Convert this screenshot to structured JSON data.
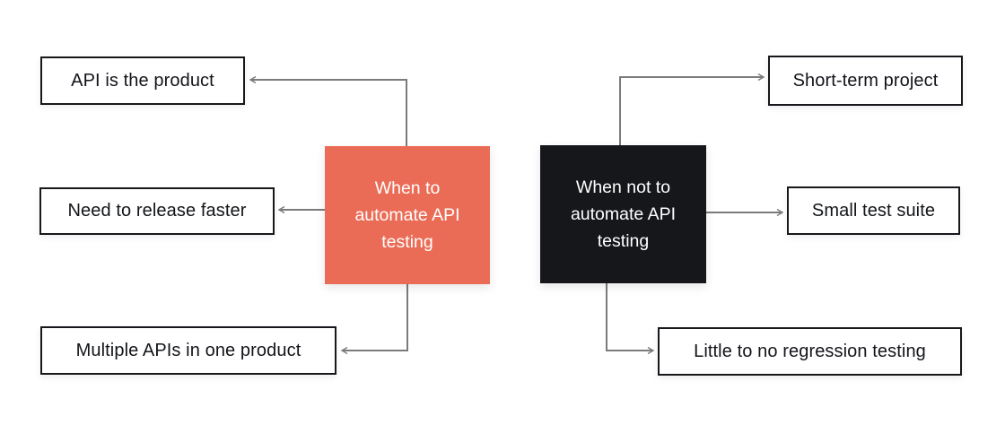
{
  "diagram": {
    "nodes": {
      "when_to": {
        "label": "When to automate API testing",
        "bg": "#EB6C56",
        "text_color": "#FFFFFF"
      },
      "when_not_to": {
        "label": "When not to automate API testing",
        "bg": "#16171B",
        "text_color": "#FFFFFF"
      },
      "api_product": {
        "label": "API is the product"
      },
      "release_faster": {
        "label": "Need to release faster"
      },
      "multiple_apis": {
        "label": "Multiple APIs in one product"
      },
      "short_term": {
        "label": "Short-term project"
      },
      "small_suite": {
        "label": "Small test suite"
      },
      "regression": {
        "label": "Little to no regression testing"
      }
    },
    "edges": [
      {
        "from": "when_to",
        "to": "api_product"
      },
      {
        "from": "when_to",
        "to": "release_faster"
      },
      {
        "from": "when_to",
        "to": "multiple_apis"
      },
      {
        "from": "when_not_to",
        "to": "short_term"
      },
      {
        "from": "when_not_to",
        "to": "small_suite"
      },
      {
        "from": "when_not_to",
        "to": "regression"
      }
    ],
    "colors": {
      "connector": "#7B7B7B",
      "leaf_border": "#17181C",
      "leaf_text": "#121419",
      "background": "#FFFFFF"
    }
  }
}
